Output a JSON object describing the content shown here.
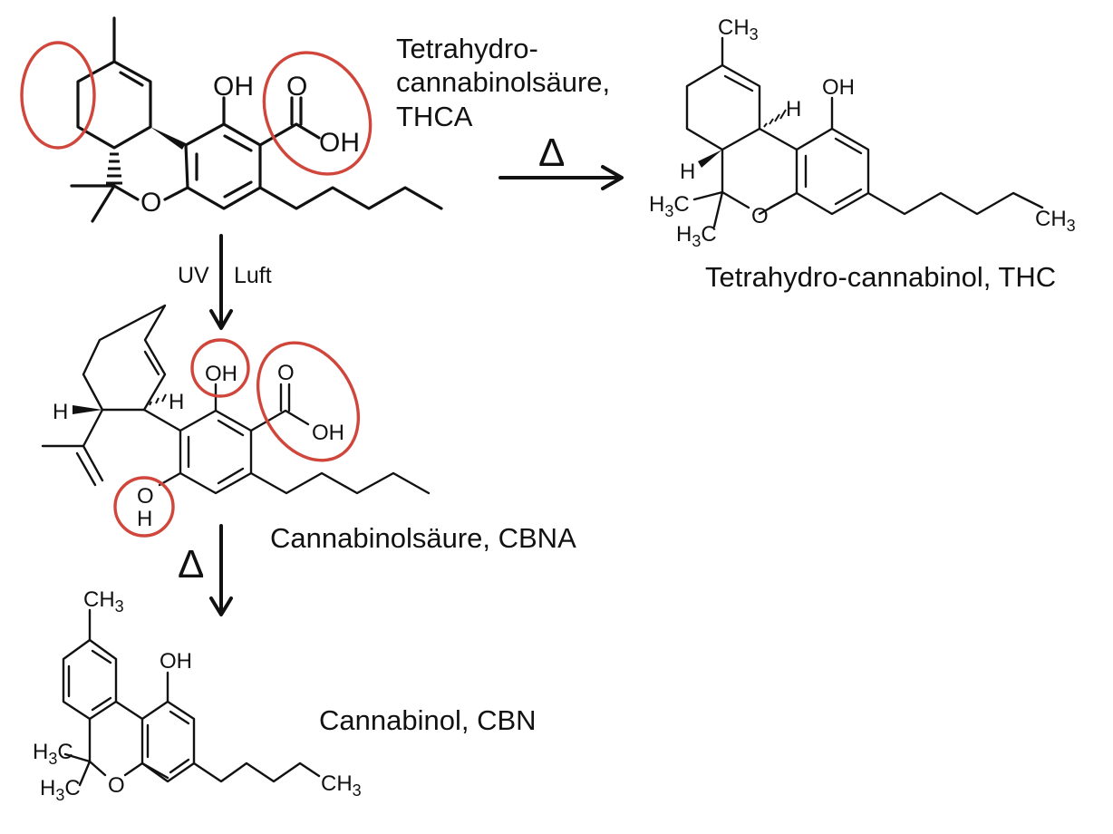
{
  "figure": {
    "type": "reaction-scheme",
    "topic": "Cannabinoid conversion pathway",
    "highlight_color": "#d0463b",
    "line_color": "#111111"
  },
  "compounds": {
    "thca": {
      "name_line1": "Tetrahydro-",
      "name_line2": "cannabinolsäure,",
      "abbr": "THCA",
      "atoms": {
        "oh": "OH",
        "o_carbonyl": "O",
        "oh_acid": "OH",
        "o_ring": "O"
      }
    },
    "thc": {
      "caption": "Tetrahydro-cannabinol, THC",
      "atoms": {
        "ch3_top": "CH",
        "ch3_top_sub": "3",
        "oh": "OH",
        "h_hash": "H",
        "h_wedge": "H",
        "h3c_1": "H",
        "h3c_1_sub": "3",
        "h3c_1_c": "C",
        "h3c_2": "H",
        "h3c_2_sub": "3",
        "h3c_2_c": "C",
        "o_ring": "O",
        "ch3_tail": "CH",
        "ch3_tail_sub": "3"
      }
    },
    "cbna": {
      "caption": "Cannabinolsäure, CBNA",
      "atoms": {
        "h_wedge": "H",
        "h_hash": "H",
        "oh_top": "OH",
        "o_carbonyl": "O",
        "oh_acid": "OH",
        "o_phenol": "O",
        "h_phenol": "H"
      }
    },
    "cbn": {
      "caption": "Cannabinol, CBN",
      "atoms": {
        "ch3_top": "CH",
        "ch3_top_sub": "3",
        "oh": "OH",
        "h3c_1": "H",
        "h3c_1_sub": "3",
        "h3c_1_c": "C",
        "h3c_2": "H",
        "h3c_2_sub": "3",
        "h3c_2_c": "C",
        "o_ring": "O",
        "ch3_tail": "CH",
        "ch3_tail_sub": "3"
      }
    }
  },
  "reactions": [
    {
      "id": "thca-to-thc",
      "from": "THCA",
      "to": "THC",
      "condition": "Δ"
    },
    {
      "id": "thca-to-cbna",
      "from": "THCA",
      "to": "CBNA",
      "condition_left": "UV",
      "condition_right": "Luft"
    },
    {
      "id": "cbna-to-cbn",
      "from": "CBNA",
      "to": "CBN",
      "condition": "Δ"
    }
  ]
}
